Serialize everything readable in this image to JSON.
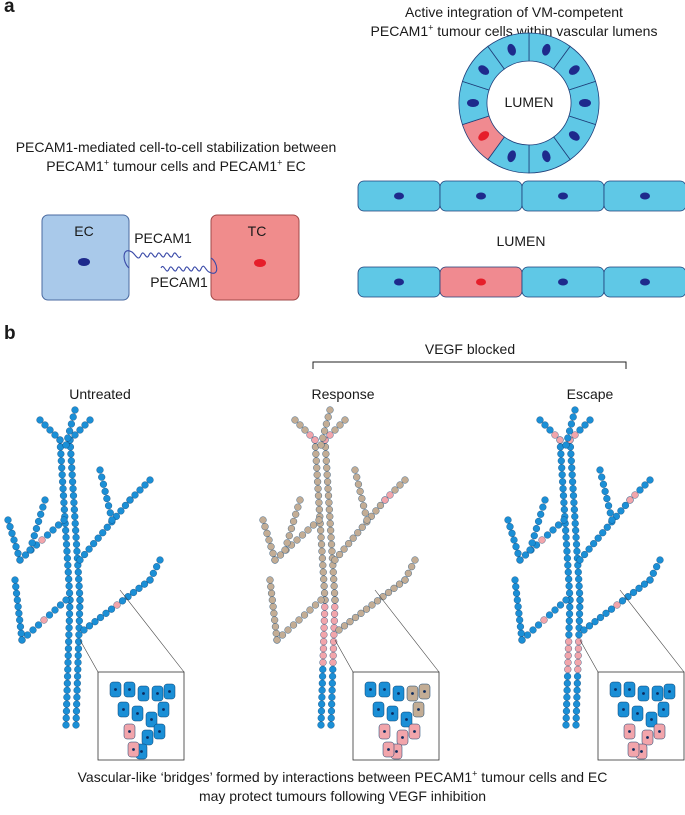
{
  "panel_a": {
    "letter": "a",
    "top_caption_line1": "Active integration of VM-competent",
    "top_caption_line2_a": "PECAM1",
    "top_caption_line2_sup": "+",
    "top_caption_line2_b": " tumour cells within vascular lumens",
    "lumen_label_circle": "LUMEN",
    "lumen_label_tube": "LUMEN",
    "left_caption_line1": "PECAM1-mediated cell-to-cell stabilization between",
    "left_caption_line2_a": "PECAM1",
    "left_caption_line2_sup1": "+",
    "left_caption_line2_b": " tumour cells and PECAM1",
    "left_caption_line2_sup2": "+",
    "left_caption_line2_c": " EC",
    "ec_label": "EC",
    "tc_label": "TC",
    "pecam_label_top": "PECAM1",
    "pecam_label_bottom": "PECAM1"
  },
  "panel_b": {
    "letter": "b",
    "bracket_label": "VEGF blocked",
    "untreated_label": "Untreated",
    "response_label": "Response",
    "escape_label": "Escape",
    "bottom_caption_line1_a": "Vascular-like ‘bridges’ formed by interactions between PECAM1",
    "bottom_caption_line1_sup": "+",
    "bottom_caption_line1_b": " tumour cells and EC",
    "bottom_caption_line2": "may protect tumours following VEGF inhibition"
  },
  "colors": {
    "endothelial_blue": "#5fc8e6",
    "cell_stroke": "#1f3f7a",
    "nucleus": "#1e2a8c",
    "tumour_pink": "#f08a90",
    "tumour_nucleus": "#e61e2a",
    "ec_box": "#a9c9ea",
    "tc_box": "#f08c8c",
    "tree_blue": "#1b8fd6",
    "tree_pink": "#f2a5ab",
    "tree_tan": "#c3ad95"
  }
}
